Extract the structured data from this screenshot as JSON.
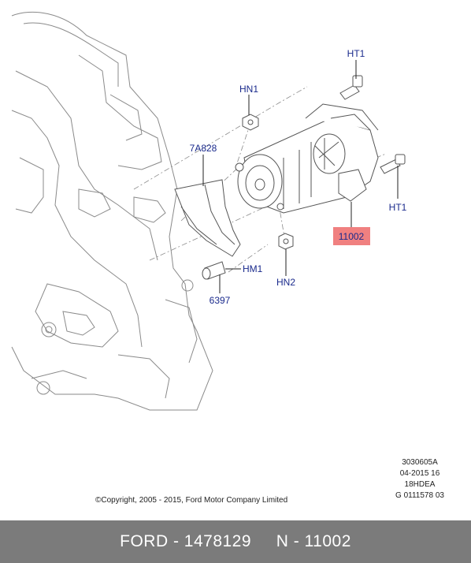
{
  "diagram": {
    "callouts": {
      "ht1_top": "HT1",
      "hn1": "HN1",
      "part_7a828": "7A828",
      "ht1_right": "HT1",
      "part_11002": "11002",
      "hn2": "HN2",
      "hm1": "HM1",
      "part_6397": "6397"
    },
    "highlight_color": "#f08080",
    "callout_color": "#1a2a8c"
  },
  "meta": {
    "line1": "3030605A",
    "line2": "04-2015 16",
    "line3": "18HDEA",
    "line4": "G 0111578 03"
  },
  "copyright": "©Copyright, 2005 - 2015, Ford Motor Company Limited",
  "footer": {
    "label": "FORD - 1478129     N - 11002"
  }
}
